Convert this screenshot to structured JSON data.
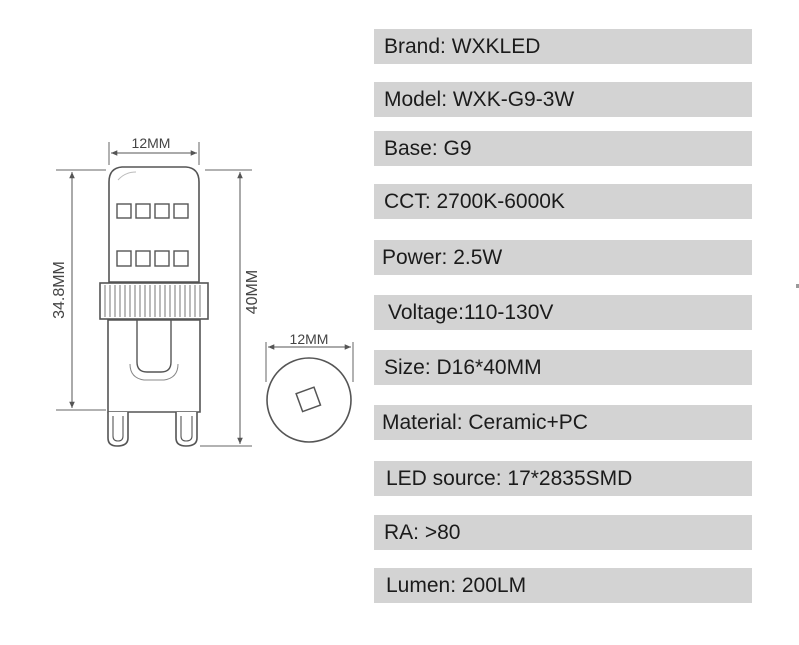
{
  "diagram": {
    "width_top_label": "12MM",
    "body_height_label": "34.8MM",
    "total_height_label": "40MM",
    "end_view_label": "12MM"
  },
  "specs": [
    {
      "label": "Brand: WXKLED"
    },
    {
      "label": "Model: WXK-G9-3W"
    },
    {
      "label": "Base: G9"
    },
    {
      "label": "CCT: 2700K-6000K"
    },
    {
      "label": "Power: 2.5W"
    },
    {
      "label": "Voltage:110-130V"
    },
    {
      "label": "Size: D16*40MM"
    },
    {
      "label": "Material: Ceramic+PC"
    },
    {
      "label": "LED source: 17*2835SMD"
    },
    {
      "label": "RA: >80"
    },
    {
      "label": "Lumen: 200LM"
    }
  ],
  "colors": {
    "row_background": "#d3d3d3",
    "line_color": "#555555",
    "text_color": "#1b1b1b"
  }
}
